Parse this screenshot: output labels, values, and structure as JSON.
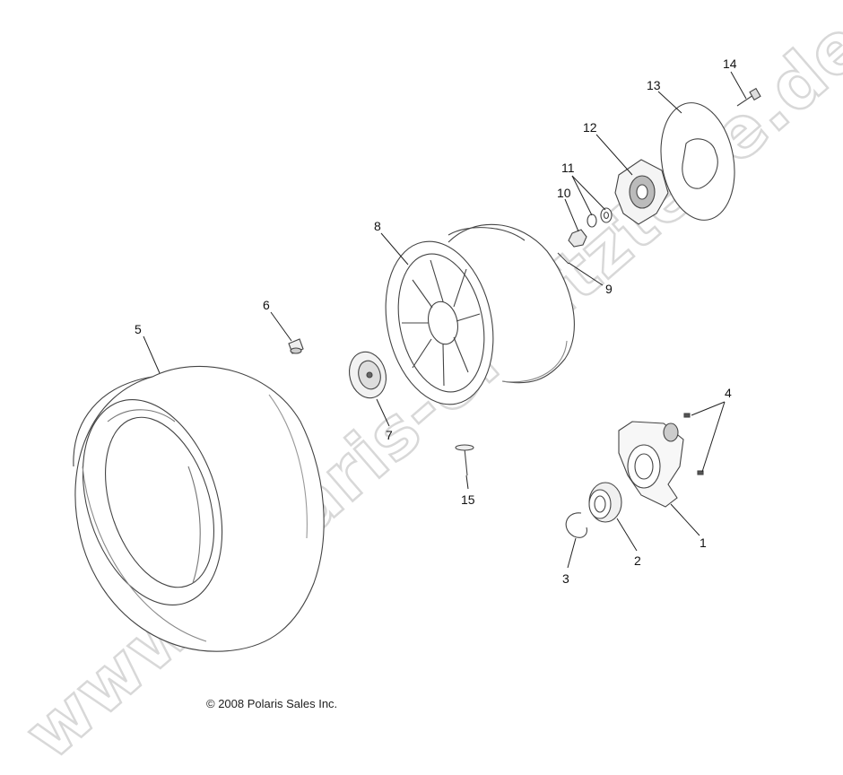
{
  "callouts": {
    "c1": "1",
    "c2": "2",
    "c3": "3",
    "c4": "4",
    "c5": "5",
    "c6": "6",
    "c7": "7",
    "c8": "8",
    "c9": "9",
    "c10": "10",
    "c11": "11",
    "c12": "12",
    "c13": "13",
    "c14": "14",
    "c15": "15"
  },
  "copyright": "© 2008 Polaris Sales Inc.",
  "watermark": "www.polaris-ersatzteile.de"
}
